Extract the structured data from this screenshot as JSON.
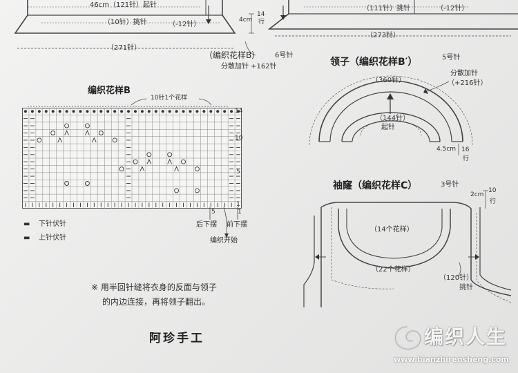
{
  "top": {
    "left_width": "46cm（121针）起针",
    "left_mid": "（10针）挑针",
    "left_dec": "（-12针）",
    "left_total": "（271针）",
    "right_mid": "（111针）挑针",
    "right_dec": "（-12针）",
    "right_total": "（273针）",
    "height_cm": "4cm",
    "height_rows_num": "14",
    "height_rows_unit": "行"
  },
  "pattern_note": {
    "name": "（编织花样B）",
    "needle": "6号针",
    "increase": "分散加针 +162针"
  },
  "collar": {
    "title": "领子（编织花样B′）",
    "needle": "5号针",
    "outer": "（360针）",
    "inner": "（144针）",
    "cast_on": "起针",
    "increase_label": "分散加针",
    "increase_value": "（+216针）",
    "height_cm": "4.5cm",
    "height_rows_num": "16",
    "height_rows_unit": "行"
  },
  "chart": {
    "title": "编织花样B",
    "repeat": "10针1个花样",
    "row_numbers": [
      "14",
      "10",
      "5",
      "1"
    ],
    "bottom_numbers": [
      "5",
      "1"
    ],
    "label_back": "后下摆",
    "label_front": "前下摆",
    "label_start": "编织开始"
  },
  "legend": {
    "items": [
      {
        "symbol": "▬",
        "label": "下针伏针"
      },
      {
        "symbol": "▬",
        "label": "上针伏针"
      }
    ]
  },
  "note": {
    "line1": "※ 用半回针缝将衣身的反面与领子",
    "line2": "的内边连接，再将领子翻出。"
  },
  "armhole": {
    "title": "袖窿（编织花样C）",
    "needle": "3号针",
    "height_cm": "2cm",
    "height_rows_num": "10",
    "height_rows_unit": "行",
    "inner": "（14个花样）",
    "outer": "（22个花样）",
    "pickup_count": "（120针）",
    "pickup_label": "挑针"
  },
  "footer": {
    "signature": "阿珍手工",
    "logo_text": "编织人生",
    "logo_url": "www.bianzhirensheng.com"
  }
}
